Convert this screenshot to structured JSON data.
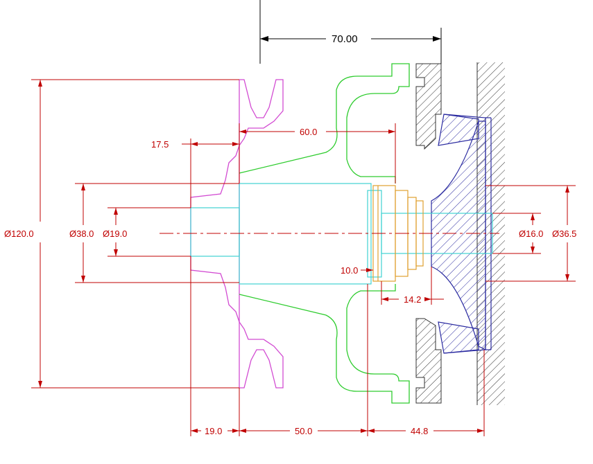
{
  "drawing": {
    "colors": {
      "dimension": "#c00000",
      "dimension_black": "#000000",
      "pulley": "#d24bd2",
      "housing": "#2ecc2e",
      "shaft": "#3fd3d3",
      "bearing": "#e0a030",
      "impeller": "#2a2aa0",
      "hatch": "#333333"
    },
    "dimensions": {
      "overall_length": "70.00",
      "hub_length": "60.0",
      "pulley_offset": "17.5",
      "pulley_dia": "Ø120.0",
      "hub_dia": "Ø38.0",
      "bore_dia": "Ø19.0",
      "shaft_small_dia": "Ø16.0",
      "shaft_large_dia": "Ø36.5",
      "seal_offset": "10.0",
      "seal_width": "14.2",
      "bottom_left": "19.0",
      "bottom_mid": "50.0",
      "bottom_right": "44.8"
    }
  }
}
